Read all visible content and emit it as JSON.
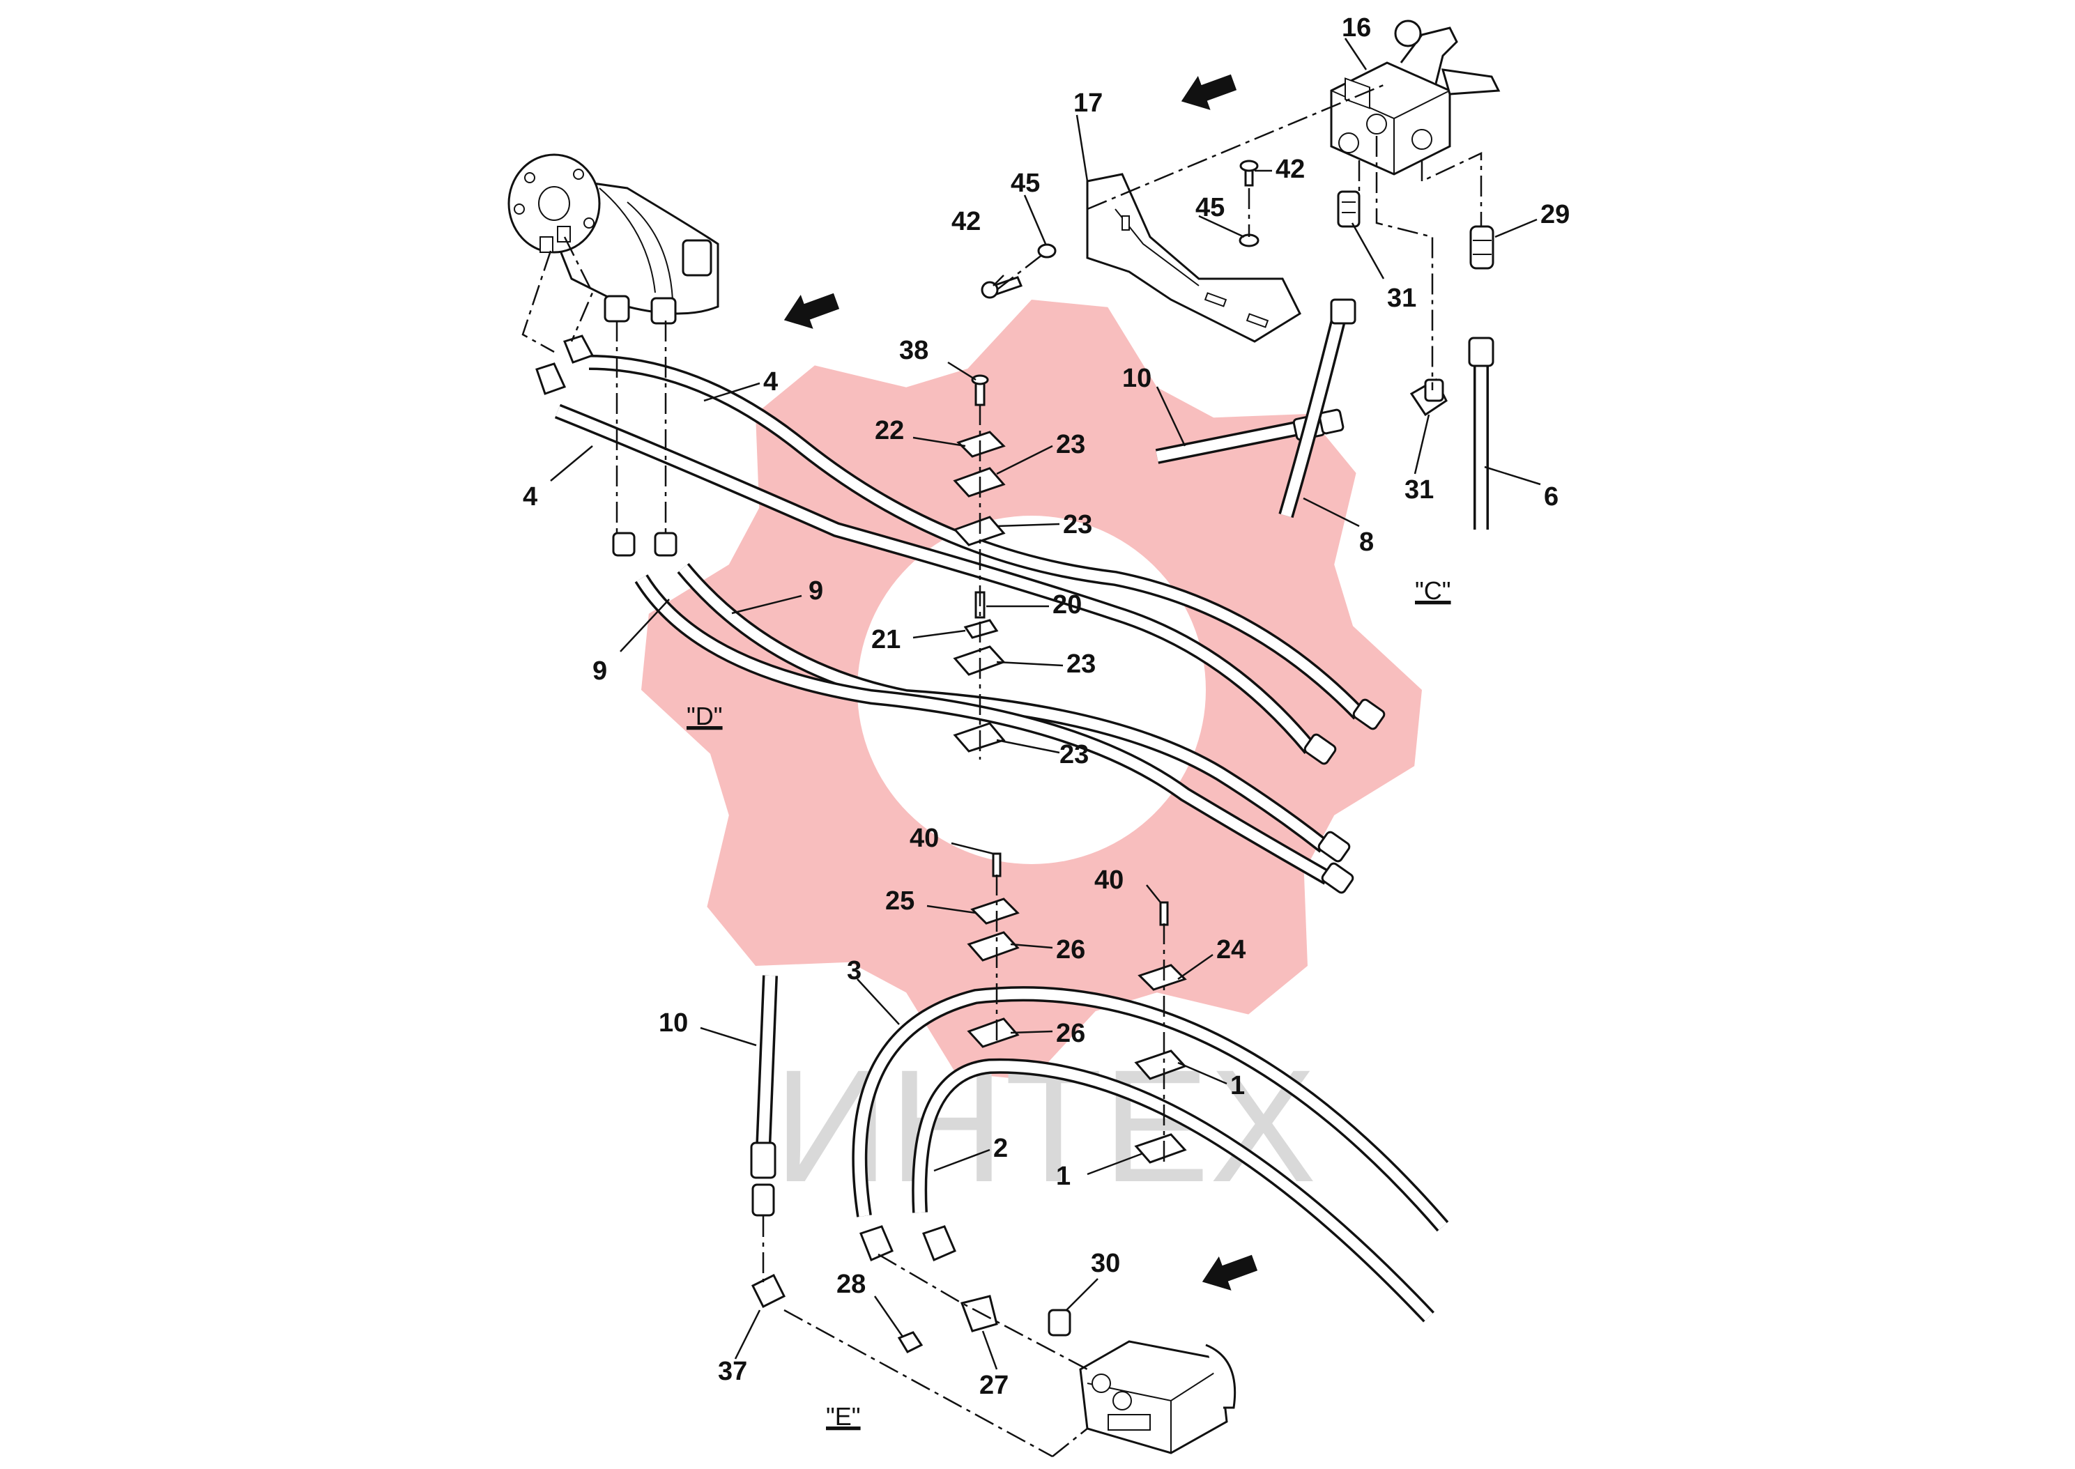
{
  "watermark": {
    "text": "ИНТЕХ",
    "color": "#f7b7b7"
  },
  "view_labels": [
    {
      "id": "C",
      "text": "\"C\""
    },
    {
      "id": "D",
      "text": "\"D\""
    },
    {
      "id": "E",
      "text": "\"E\""
    }
  ],
  "callouts": [
    {
      "id": "c16",
      "text": "16"
    },
    {
      "id": "c17",
      "text": "17"
    },
    {
      "id": "c42a",
      "text": "42"
    },
    {
      "id": "c45a",
      "text": "45"
    },
    {
      "id": "c45b",
      "text": "45"
    },
    {
      "id": "c42b",
      "text": "42"
    },
    {
      "id": "c29",
      "text": "29"
    },
    {
      "id": "c31a",
      "text": "31"
    },
    {
      "id": "c31b",
      "text": "31"
    },
    {
      "id": "c10a",
      "text": "10"
    },
    {
      "id": "c8",
      "text": "8"
    },
    {
      "id": "c6",
      "text": "6"
    },
    {
      "id": "c38",
      "text": "38"
    },
    {
      "id": "c22",
      "text": "22"
    },
    {
      "id": "c23a",
      "text": "23"
    },
    {
      "id": "c23b",
      "text": "23"
    },
    {
      "id": "c20",
      "text": "20"
    },
    {
      "id": "c21",
      "text": "21"
    },
    {
      "id": "c23c",
      "text": "23"
    },
    {
      "id": "c23d",
      "text": "23"
    },
    {
      "id": "c4a",
      "text": "4"
    },
    {
      "id": "c4b",
      "text": "4"
    },
    {
      "id": "c9a",
      "text": "9"
    },
    {
      "id": "c9b",
      "text": "9"
    },
    {
      "id": "c40a",
      "text": "40"
    },
    {
      "id": "c40b",
      "text": "40"
    },
    {
      "id": "c25",
      "text": "25"
    },
    {
      "id": "c26a",
      "text": "26"
    },
    {
      "id": "c26b",
      "text": "26"
    },
    {
      "id": "c24",
      "text": "24"
    },
    {
      "id": "c3",
      "text": "3"
    },
    {
      "id": "c10b",
      "text": "10"
    },
    {
      "id": "c1a",
      "text": "1"
    },
    {
      "id": "c1b",
      "text": "1"
    },
    {
      "id": "c2",
      "text": "2"
    },
    {
      "id": "c30",
      "text": "30"
    },
    {
      "id": "c28",
      "text": "28"
    },
    {
      "id": "c27",
      "text": "27"
    },
    {
      "id": "c37",
      "text": "37"
    }
  ]
}
